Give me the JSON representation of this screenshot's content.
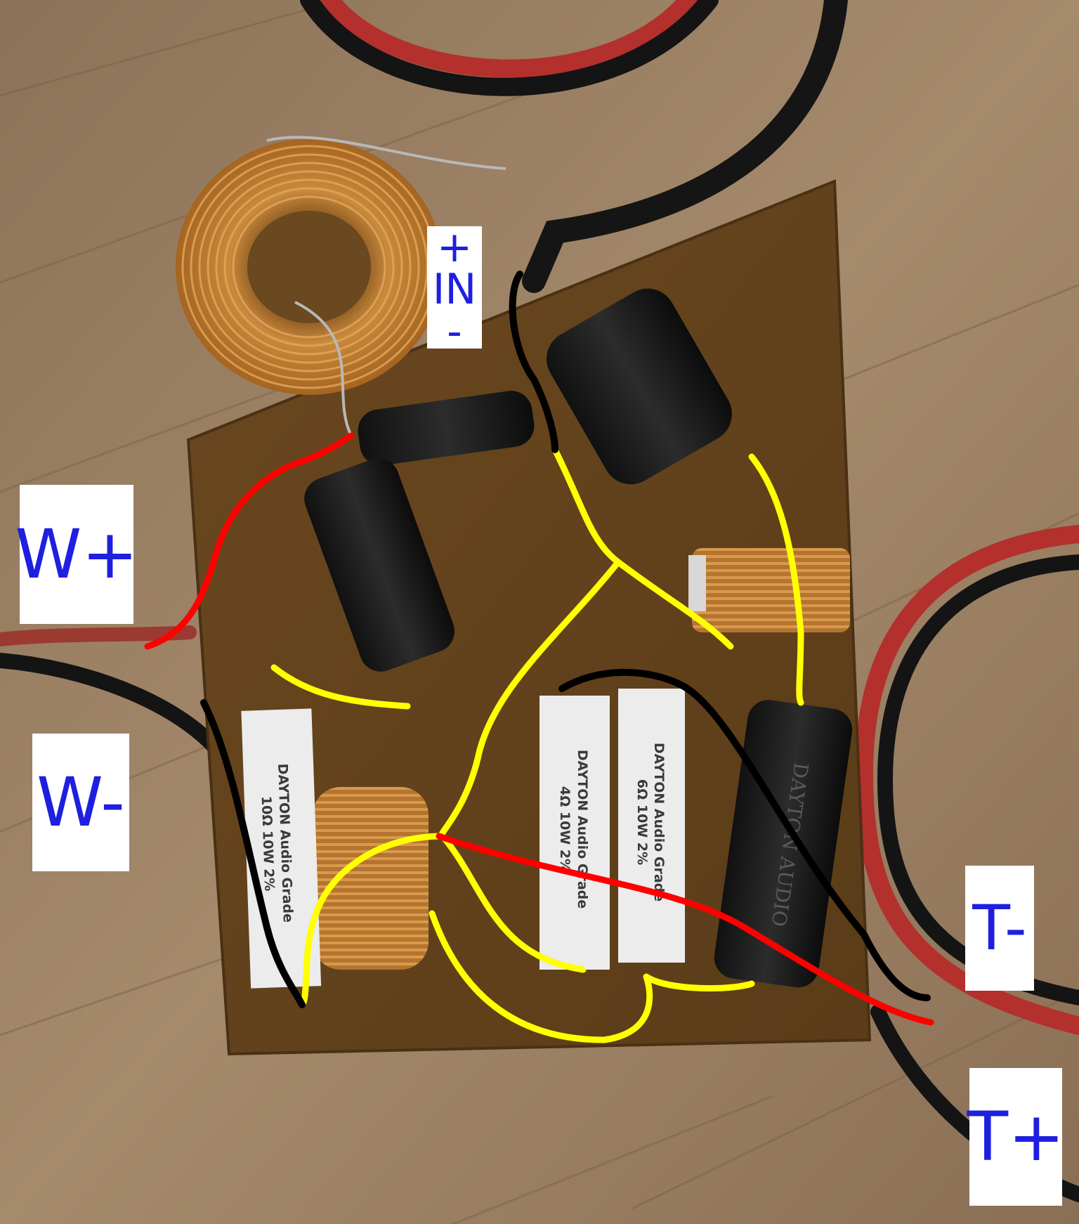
{
  "labels": {
    "input_plus": "+",
    "input_name": "IN",
    "input_minus": "-",
    "woofer_plus": "W+",
    "woofer_minus": "W-",
    "tweeter_minus": "T-",
    "tweeter_plus": "T+"
  },
  "resistors": {
    "r1": {
      "brand": "DAYTON Audio Grade",
      "rating": "10Ω  10W  2%"
    },
    "r2": {
      "brand": "DAYTON Audio Grade",
      "rating": "4Ω  10W  2%"
    },
    "r3": {
      "brand": "DAYTON Audio Grade",
      "rating": "6Ω  10W  2%"
    }
  },
  "capacitor_print": "DAYTON AUDIO",
  "wire_colors": {
    "positive": "#ff0000",
    "negative": "#000000",
    "junction": "#ffff00"
  }
}
